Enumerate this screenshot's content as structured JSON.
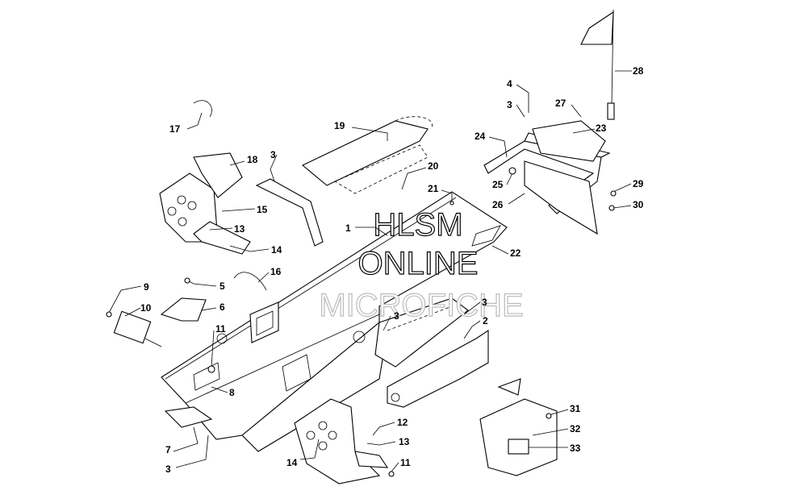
{
  "watermark": {
    "line1": "HLSM",
    "line2": "ONLINE",
    "line3": "MICROFICHE"
  },
  "callouts": [
    {
      "id": "c1",
      "text": "1"
    },
    {
      "id": "c2",
      "text": "2"
    },
    {
      "id": "c3a",
      "text": "3"
    },
    {
      "id": "c3b",
      "text": "3"
    },
    {
      "id": "c3c",
      "text": "3"
    },
    {
      "id": "c3d",
      "text": "3"
    },
    {
      "id": "c3e",
      "text": "3"
    },
    {
      "id": "c4",
      "text": "4"
    },
    {
      "id": "c5",
      "text": "5"
    },
    {
      "id": "c6",
      "text": "6"
    },
    {
      "id": "c7",
      "text": "7"
    },
    {
      "id": "c8",
      "text": "8"
    },
    {
      "id": "c9",
      "text": "9"
    },
    {
      "id": "c10",
      "text": "10"
    },
    {
      "id": "c11a",
      "text": "11"
    },
    {
      "id": "c11b",
      "text": "11"
    },
    {
      "id": "c12",
      "text": "12"
    },
    {
      "id": "c13a",
      "text": "13"
    },
    {
      "id": "c13b",
      "text": "13"
    },
    {
      "id": "c14a",
      "text": "14"
    },
    {
      "id": "c14b",
      "text": "14"
    },
    {
      "id": "c15",
      "text": "15"
    },
    {
      "id": "c16",
      "text": "16"
    },
    {
      "id": "c17",
      "text": "17"
    },
    {
      "id": "c18",
      "text": "18"
    },
    {
      "id": "c19",
      "text": "19"
    },
    {
      "id": "c20",
      "text": "20"
    },
    {
      "id": "c21",
      "text": "21"
    },
    {
      "id": "c22",
      "text": "22"
    },
    {
      "id": "c23",
      "text": "23"
    },
    {
      "id": "c24",
      "text": "24"
    },
    {
      "id": "c25",
      "text": "25"
    },
    {
      "id": "c26",
      "text": "26"
    },
    {
      "id": "c27",
      "text": "27"
    },
    {
      "id": "c28",
      "text": "28"
    },
    {
      "id": "c29",
      "text": "29"
    },
    {
      "id": "c30",
      "text": "30"
    },
    {
      "id": "c31",
      "text": "31"
    },
    {
      "id": "c32",
      "text": "32"
    },
    {
      "id": "c33",
      "text": "33"
    }
  ]
}
